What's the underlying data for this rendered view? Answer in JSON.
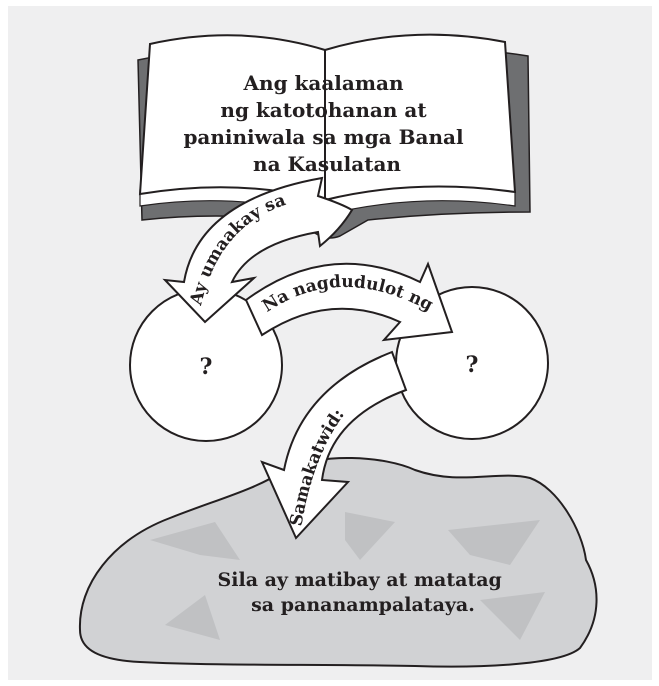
{
  "book": {
    "lines": [
      "Ang kaalaman",
      "ng katotohanan at",
      "paniniwala sa mga Banal",
      "na Kasulatan"
    ]
  },
  "arrows": {
    "first": "Ay umaakay sa",
    "second": "Na nagdudulot ng",
    "third": "Samakatwid:"
  },
  "circles": {
    "left": "?",
    "right": "?"
  },
  "rock": {
    "lines": [
      "Sila ay matibay at matatag",
      "sa pananampalataya."
    ]
  },
  "colors": {
    "panel": "#efeff0",
    "book_fill": "#ffffff",
    "book_shadow": "#6e6f71",
    "rock_fill": "#d1d2d4",
    "outline": "#231f20"
  }
}
